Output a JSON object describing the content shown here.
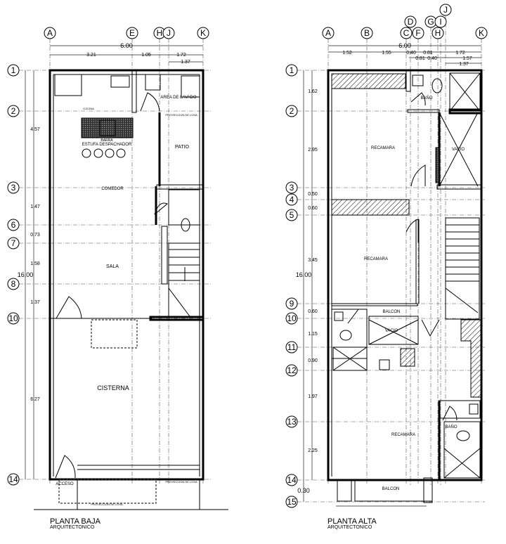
{
  "planta_baja": {
    "title": "PLANTA BAJA",
    "subtitle": "ARQUITECTONICO",
    "axes_columns": [
      "A",
      "E",
      "H",
      "J",
      "K"
    ],
    "axes_rows": [
      "1",
      "2",
      "3",
      "6",
      "7",
      "8",
      "10",
      "14"
    ],
    "overall_width": "6.00",
    "width_dims": [
      "3.21",
      "1.05",
      "1.72"
    ],
    "sub_dim": "1.37",
    "overall_length": "16.00",
    "length_dims": [
      "4.57",
      "1.47",
      "0.73",
      "1.58",
      "1.37",
      "6.27"
    ],
    "rooms": {
      "lavado": "AREA DE LAVADO",
      "proyeccion_top": "PROYECCION DE LOSA",
      "cocina": "COCINA",
      "barra": "BARRA",
      "estufa": "ESTUFA DESPACHADOR",
      "patio": "PATIO",
      "comedor": "COMEDOR",
      "sala": "SALA",
      "cisterna": "CISTERNA",
      "acceso": "ACCESO",
      "proyeccion_1": "PROYECCION DE LOSA",
      "proyeccion_2": "PROYECCION DE LOSA"
    }
  },
  "planta_alta": {
    "title": "PLANTA ALTA",
    "subtitle": "ARQUITECTONICO",
    "axes_columns": [
      "A",
      "B",
      "C",
      "D",
      "F",
      "G",
      "H",
      "I",
      "J",
      "K"
    ],
    "axes_rows": [
      "1",
      "2",
      "3",
      "4",
      "5",
      "9",
      "10",
      "11",
      "12",
      "13",
      "14",
      "15"
    ],
    "overall_width": "6.00",
    "width_dims": [
      "1.52",
      "1.55",
      "0.40",
      "0.81",
      "1.72"
    ],
    "width_dims_2": [
      "0.81",
      "0.40",
      "1.57"
    ],
    "sub_dim": "1.37",
    "overall_length": "16.00",
    "length_dims": [
      "1.62",
      "2.95",
      "0.50",
      "0.60",
      "3.45",
      "0.60",
      "1.15",
      "0.90",
      "1.97",
      "2.25",
      "0.30"
    ],
    "rooms": {
      "bano_1": "BAÑO",
      "recamara_1": "RECAMARA",
      "vacio_1": "VACIO",
      "recamara_2": "RECAMARA",
      "balcon_1": "BALCON",
      "vacio_2": "VACIO",
      "recamara_3": "RECAMARA",
      "bano_2": "BAÑO",
      "balcon_2": "BALCON"
    }
  }
}
